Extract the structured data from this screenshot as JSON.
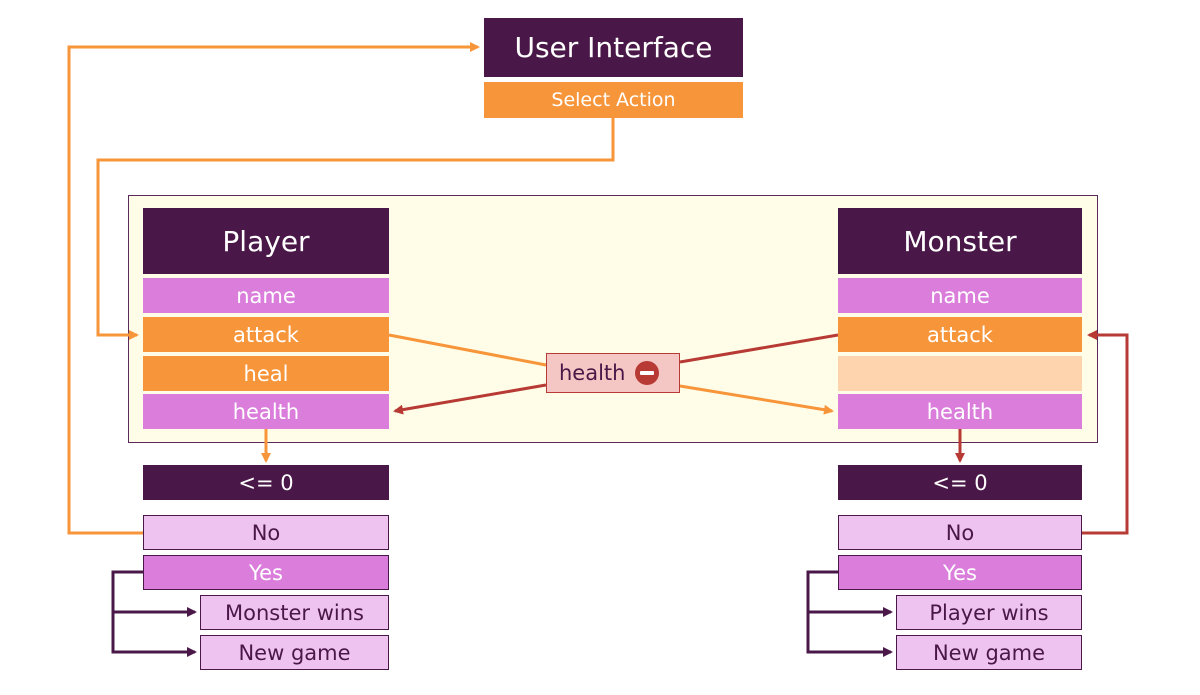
{
  "ui": {
    "title": "User Interface",
    "action": "Select Action"
  },
  "player": {
    "title": "Player",
    "fields": {
      "name": "name",
      "attack": "attack",
      "heal": "heal",
      "health": "health"
    },
    "check": "<= 0",
    "no": "No",
    "yes": "Yes",
    "outcome": "Monster wins",
    "new_game": "New game"
  },
  "monster": {
    "title": "Monster",
    "fields": {
      "name": "name",
      "attack": "attack",
      "empty": "",
      "health": "health"
    },
    "check": "<= 0",
    "no": "No",
    "yes": "Yes",
    "outcome": "Player wins",
    "new_game": "New game"
  },
  "center": {
    "label": "health"
  },
  "colors": {
    "dark": "#4a1848",
    "orange": "#f7953a",
    "pink": "#da7ddb",
    "light_pink": "#efc3ef",
    "peach": "#fdd4ae",
    "red": "#b73a35",
    "panel": "#fffde7"
  },
  "icons": {
    "center_badge": "minus-circle-icon"
  }
}
